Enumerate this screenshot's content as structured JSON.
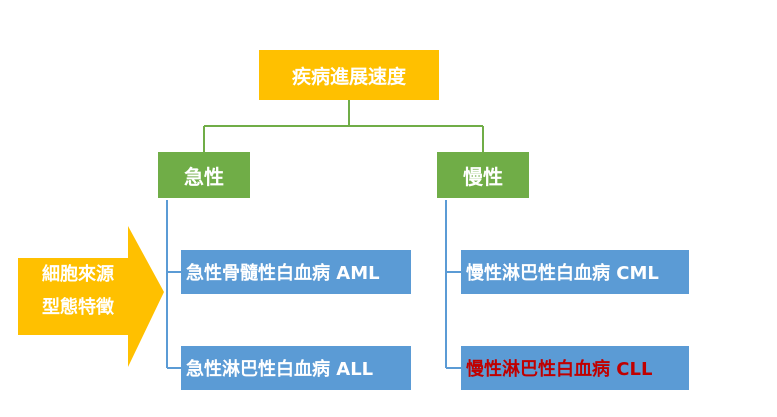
{
  "diagram": {
    "root": {
      "label": "疾病進展速度"
    },
    "branches": [
      {
        "label": "急性"
      },
      {
        "label": "慢性"
      }
    ],
    "leaves": [
      {
        "label": "急性骨髓性白血病 AML"
      },
      {
        "label": "急性淋巴性白血病 ALL"
      },
      {
        "label": "慢性淋巴性白血病 CML"
      },
      {
        "label": "慢性淋巴性白血病 CLL"
      }
    ],
    "side_arrow": {
      "line1": "細胞來源",
      "line2": "型態特徵"
    }
  },
  "colors": {
    "root_fill": "#FFC000",
    "branch_fill": "#70AD47",
    "leaf_fill": "#5B9BD5",
    "arrow_fill": "#FFC000",
    "connector_green": "#70AD47",
    "connector_blue": "#5B9BD5",
    "highlight_text": "#C00000"
  }
}
